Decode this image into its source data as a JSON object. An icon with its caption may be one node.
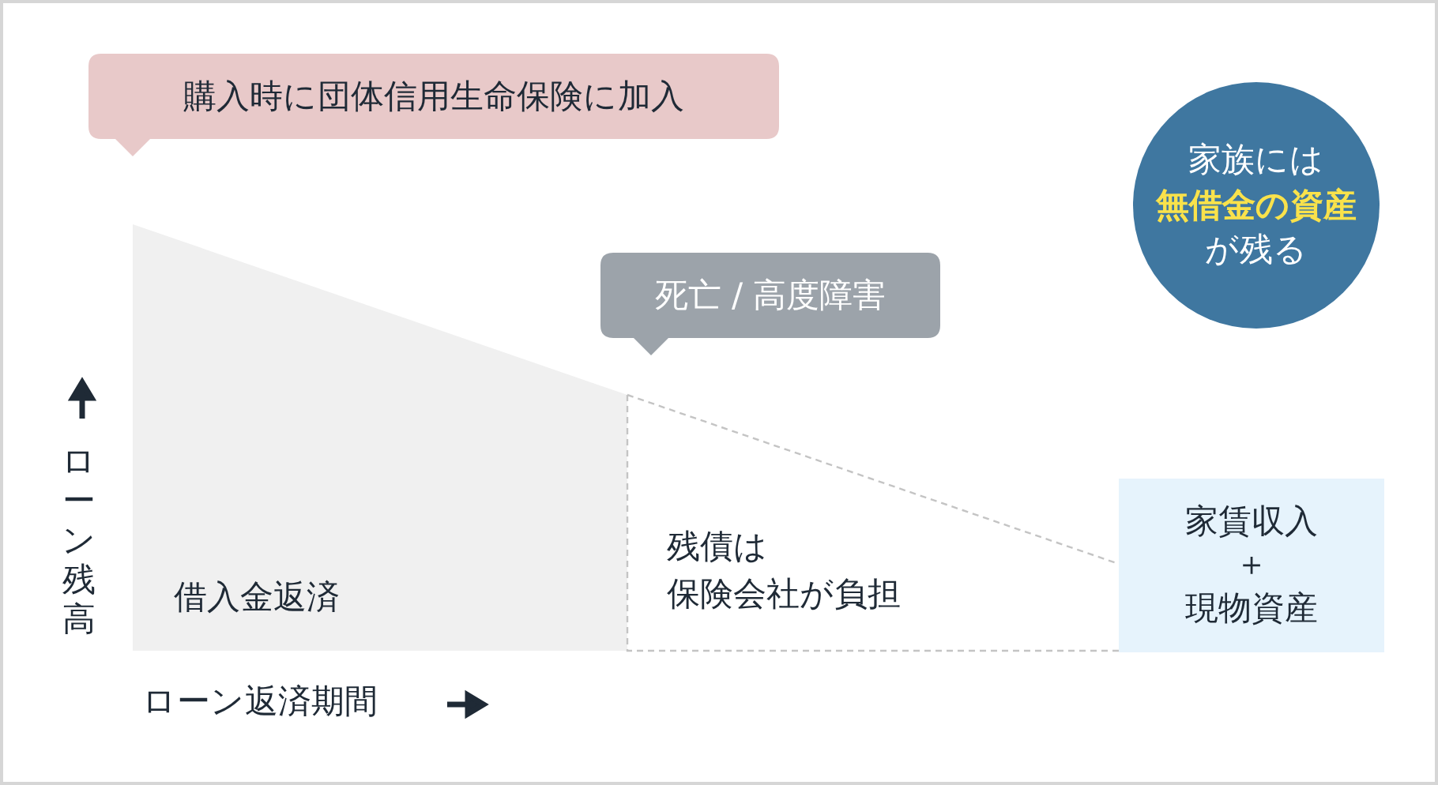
{
  "diagram": {
    "nodes": [
      {
        "text": [
          "購入時に団体信用生命保険に加入"
        ]
      },
      {
        "text": [
          "死亡 / 高度障害"
        ]
      },
      {
        "text": [
          "家族には",
          "無借金の資産",
          "が残る"
        ]
      },
      {
        "text": [
          "家賃収入",
          "＋",
          "現物資産"
        ]
      }
    ],
    "edges": [],
    "labels": [
      "ローン残高",
      "借入金返済",
      "残債は",
      "保険会社が負担",
      "ローン返済期間"
    ]
  }
}
